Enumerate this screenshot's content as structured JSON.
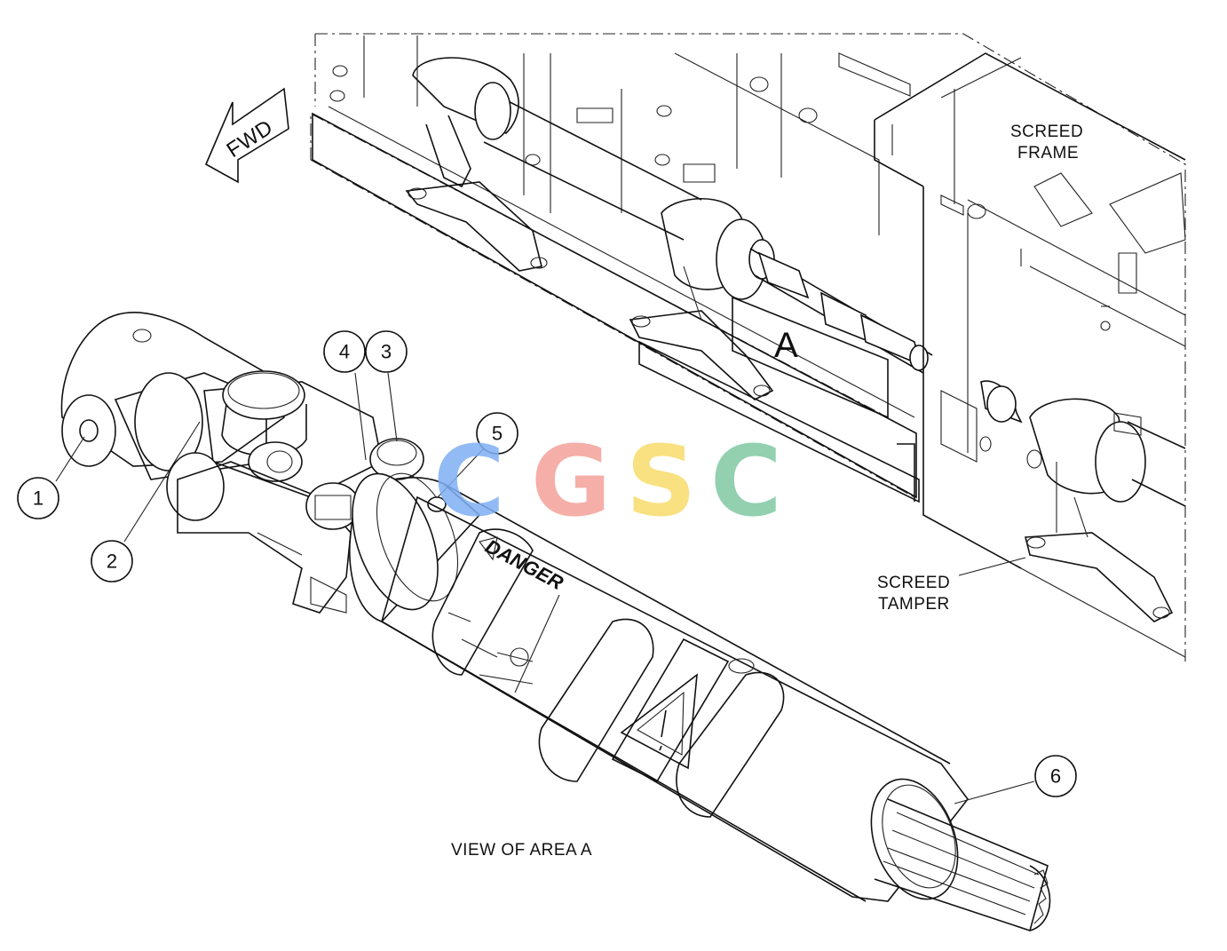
{
  "callouts": [
    "1",
    "2",
    "3",
    "4",
    "5",
    "6"
  ],
  "labels": {
    "fwd": "FWD",
    "screed_frame_line1": "SCREED",
    "screed_frame_line2": "FRAME",
    "screed_tamper_line1": "SCREED",
    "screed_tamper_line2": "TAMPER",
    "area_marker": "A",
    "view_caption": "VIEW OF AREA A",
    "decal": "DANGER"
  },
  "watermark": {
    "letters": [
      "C",
      "G",
      "S",
      "C"
    ],
    "colors": [
      "#7fb0f5",
      "#f4a09a",
      "#f8dc6c",
      "#7fc8a3"
    ]
  },
  "colors": {
    "line": "#111111",
    "background": "#ffffff"
  }
}
